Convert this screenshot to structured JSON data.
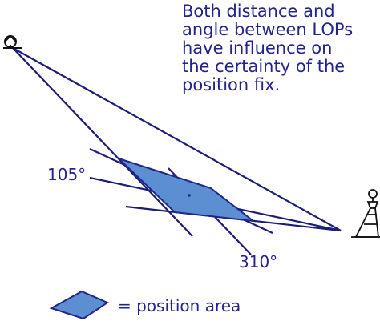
{
  "caption": {
    "lines": [
      "Both distance and",
      "angle between LOPs",
      "have influence on",
      "the certainty of the",
      "position fix."
    ]
  },
  "bearings": {
    "left": "105°",
    "bottom": "310°"
  },
  "legend": {
    "label": "= position area"
  },
  "colors": {
    "text": "#23238e",
    "line": "#1c1c7a",
    "area_fill": "#5b8fd1",
    "area_stroke": "#23238e",
    "icon": "#111111"
  },
  "icons": {
    "left_landmark": "lighthouse-icon",
    "right_landmark": "beacon-tower-icon"
  }
}
